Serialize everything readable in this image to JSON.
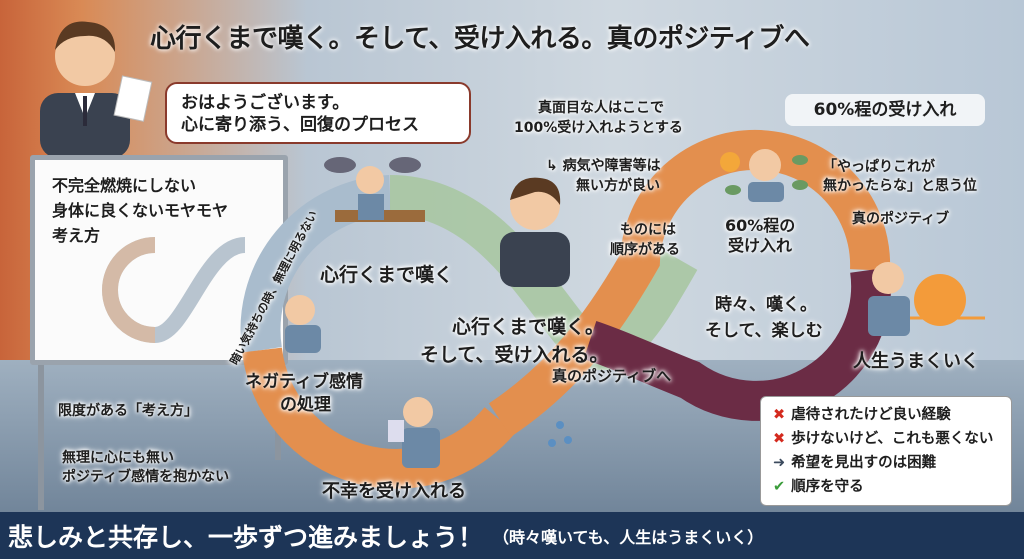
{
  "title": "心行くまで嘆く。そして、受け入れる。真のポジティブへ",
  "speech_bubble": {
    "line1": "おはようございます。",
    "line2": "心に寄り添う、回復のプロセス"
  },
  "whiteboard": {
    "line1": "不完全燃焼にしない",
    "line2": "身体に良くないモヤモヤ",
    "line3": "考え方"
  },
  "vertical_note": "暗い気持ちの時、無理に明るない",
  "left_notes": {
    "limit": "限度がある「考え方」",
    "no_force_1": "無理に心にも無い",
    "no_force_2": "ポジティブ感情を抱かない"
  },
  "loop_labels": {
    "grieve": "心行くまで嘆く",
    "negative_1": "ネガティブ感情",
    "negative_2": "の処理",
    "accept_misfortune": "不幸を受け入れる",
    "center_1": "心行くまで嘆く。",
    "center_2": "そして、受け入れる。",
    "center_3": "真のポジティブへ",
    "sixty_1": "60%程の",
    "sixty_2": "受け入れ",
    "right_center_1": "時々、嘆く。",
    "right_center_2": "そして、楽しむ",
    "life_good": "人生うまくいく",
    "true_positive": "真のポジティブ"
  },
  "presenter_notes": {
    "serious_1": "真面目な人はここで",
    "serious_2": "100%受け入れようとする",
    "illness_1": "病気や障害等は",
    "illness_2": "無い方が良い",
    "order_1": "ものには",
    "order_2": "順序がある"
  },
  "sixty_box": "60%程の受け入れ",
  "quote_1": "「やっぱりこれが",
  "quote_2": "無かったらな」と思う位",
  "checklist": [
    {
      "icon": "cross-icon",
      "text": "虐待されたけど良い経験"
    },
    {
      "icon": "cross-icon",
      "text": "歩けないけど、これも悪くない"
    },
    {
      "icon": "arrow-icon",
      "text": "希望を見出すのは困難"
    },
    {
      "icon": "check-icon",
      "text": "順序を守る"
    }
  ],
  "banner": {
    "main": "悲しみと共存し、一歩ずつ進みましょう！",
    "sub": "（時々嘆いても、人生はうまくいく）"
  },
  "colors": {
    "banner": "#1d3557",
    "orange": "#e08a45",
    "maroon": "#6b2c45",
    "green": "#8fb38a",
    "bluegray": "#9fb3c7"
  }
}
